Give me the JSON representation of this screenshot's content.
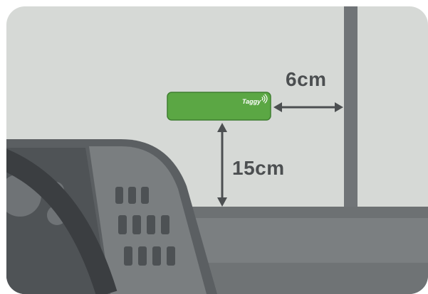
{
  "diagram": {
    "tag_brand": "Taggy",
    "distance_to_pillar": "6cm",
    "distance_to_dashboard": "15cm",
    "icons": [
      "wifi-signal-icon",
      "double-arrow-icon"
    ],
    "colors": {
      "windscreen": "#d6d9d6",
      "pillar": "#707477",
      "dashboard": "#777b7d",
      "tag": "#5ba744",
      "arrow": "#4c4f51",
      "text": "#4c4f51"
    }
  }
}
